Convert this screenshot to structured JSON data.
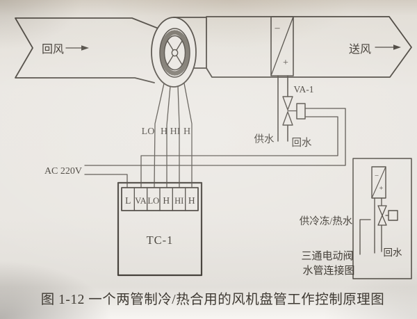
{
  "duct": {
    "return_air": "回风",
    "supply_air": "送风"
  },
  "coil": {
    "minus": "–",
    "plus": "+"
  },
  "valve": {
    "name": "VA-1",
    "supply_water": "供水",
    "return_water": "回水"
  },
  "power": {
    "label": "AC 220V"
  },
  "fan_wires": {
    "labels": [
      "LO",
      "H",
      "HI",
      "H"
    ]
  },
  "controller": {
    "model": "TC-1",
    "terminals": [
      "L",
      "VA",
      "LO",
      "H",
      "HI",
      "H"
    ]
  },
  "detail": {
    "minus": "–",
    "plus": "+",
    "supply": "供冷冻/热水",
    "title1": "三通电动阀",
    "title2": "水管连接图",
    "return_water": "回水"
  },
  "caption": "图 1-12  一个两管制冷/热合用的风机盘管工作控制原理图",
  "colors": {
    "paper": "#e9e6e1",
    "ink": "#4f4a43"
  }
}
